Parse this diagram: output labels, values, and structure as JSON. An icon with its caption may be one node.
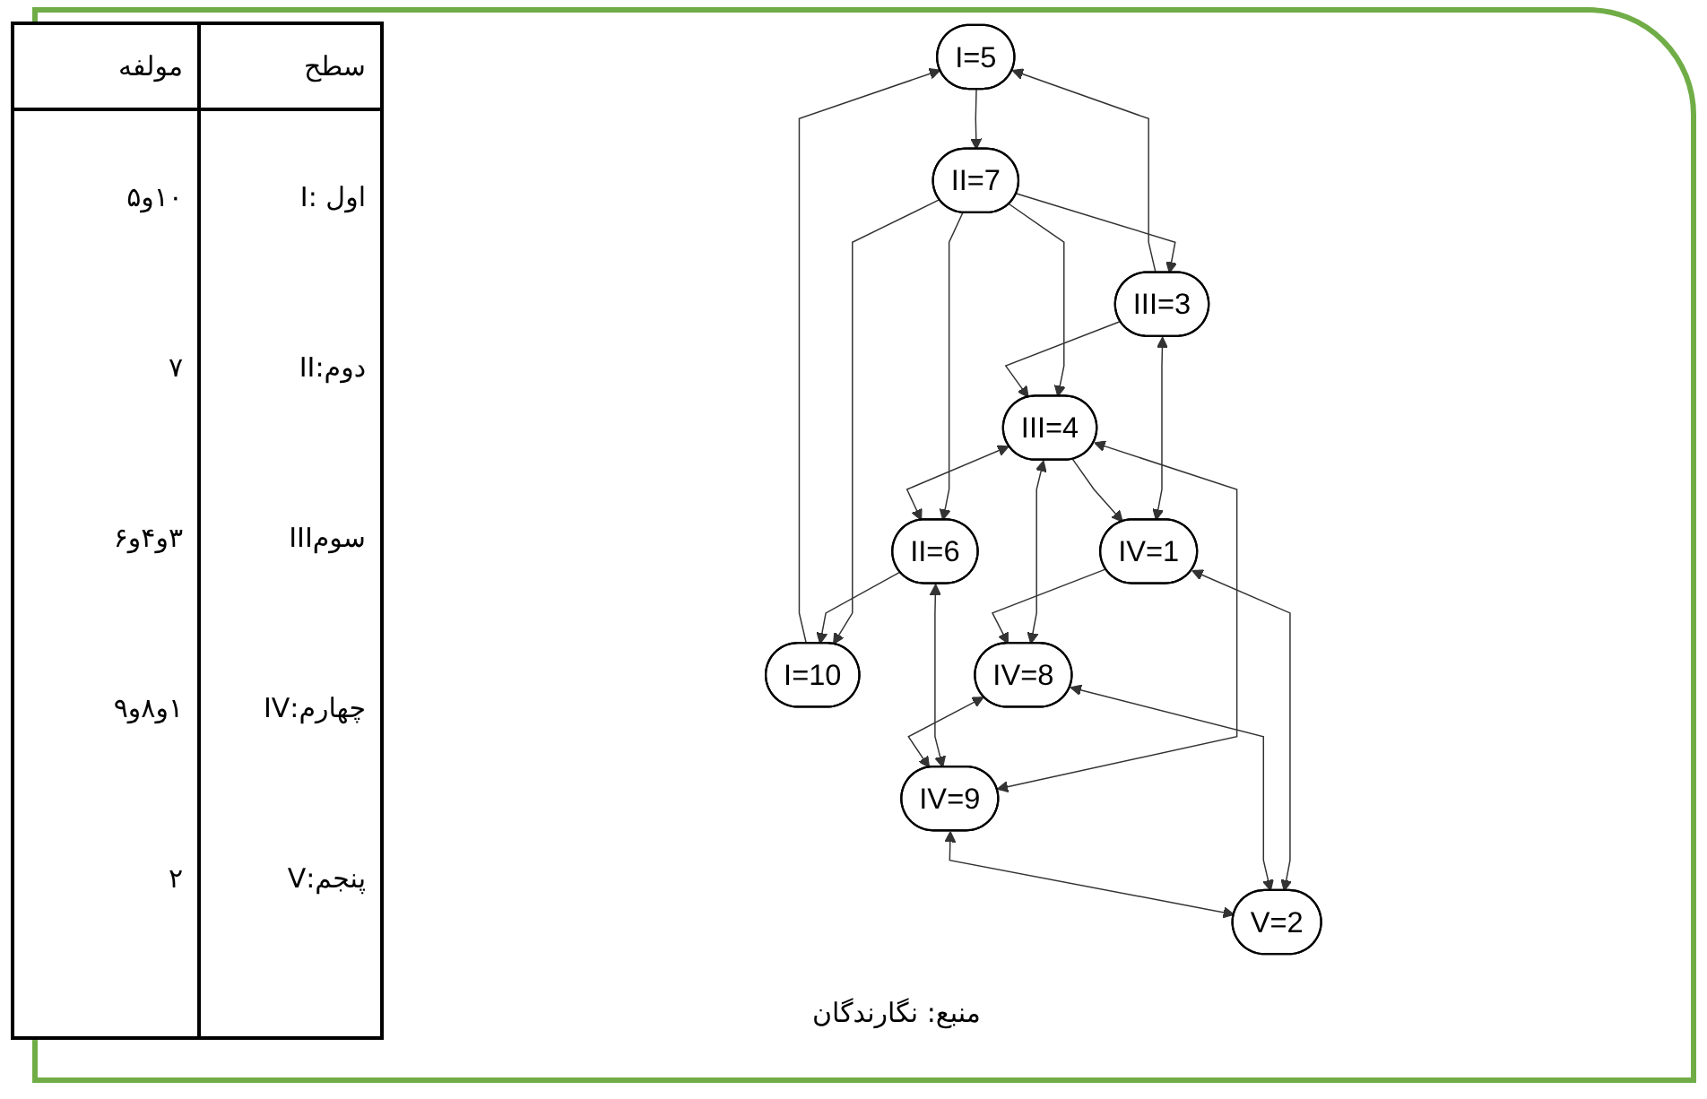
{
  "diagram": {
    "caption": "منبع: نگارندگان",
    "nodes": [
      {
        "text": [
          "I=5"
        ]
      },
      {
        "text": [
          "I=10"
        ]
      },
      {
        "text": [
          "II=7"
        ]
      },
      {
        "text": [
          "III=3"
        ]
      },
      {
        "text": [
          "III=4"
        ]
      },
      {
        "text": [
          "II=6"
        ]
      },
      {
        "text": [
          "IV=1"
        ]
      },
      {
        "text": [
          "IV=8"
        ]
      },
      {
        "text": [
          "IV=9"
        ]
      },
      {
        "text": [
          "V=2"
        ]
      }
    ],
    "edges": [
      {
        "from": 1,
        "to": 0,
        "arrow": "to"
      },
      {
        "from": 0,
        "to": 2,
        "arrow": "to"
      },
      {
        "from": 2,
        "to": 1,
        "arrow": "to"
      },
      {
        "from": 2,
        "to": 3,
        "arrow": "to"
      },
      {
        "from": 2,
        "to": 4,
        "arrow": "to"
      },
      {
        "from": 2,
        "to": 5,
        "arrow": "to"
      },
      {
        "from": 3,
        "to": 0,
        "arrow": "to"
      },
      {
        "from": 5,
        "to": 1,
        "arrow": "to"
      },
      {
        "from": 3,
        "to": 4,
        "arrow": "to"
      },
      {
        "from": 4,
        "to": 5,
        "arrow": "both"
      },
      {
        "from": 3,
        "to": 6,
        "arrow": "both"
      },
      {
        "from": 4,
        "to": 6,
        "arrow": "to"
      },
      {
        "from": 4,
        "to": 7,
        "arrow": "both"
      },
      {
        "from": 4,
        "to": 8,
        "arrow": "both"
      },
      {
        "from": 5,
        "to": 8,
        "arrow": "both"
      },
      {
        "from": 6,
        "to": 7,
        "arrow": "to"
      },
      {
        "from": 7,
        "to": 8,
        "arrow": "both"
      },
      {
        "from": 6,
        "to": 9,
        "arrow": "both"
      },
      {
        "from": 7,
        "to": 9,
        "arrow": "both"
      },
      {
        "from": 8,
        "to": 9,
        "arrow": "both"
      }
    ],
    "labels": [
      "سطح",
      "مولفه",
      "اول :I",
      "۱۰و۵",
      "دوم:II",
      "۷",
      "سومIII",
      "۳و۴و۶",
      "چهارم:IV",
      "۱و۸و۹",
      "پنجم:V",
      "۲"
    ]
  }
}
